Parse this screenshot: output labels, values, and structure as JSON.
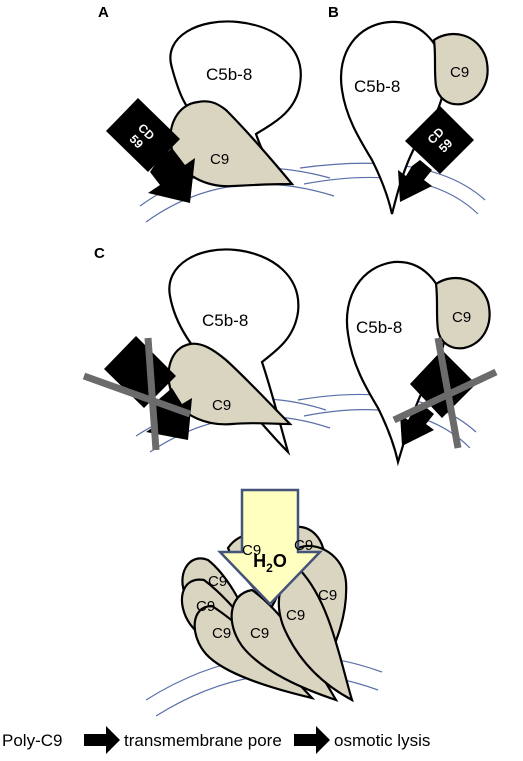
{
  "panels": {
    "a": {
      "label": "A",
      "complex_label": "C5b-8",
      "c9_label": "C9",
      "cd59_line1": "CD",
      "cd59_line2": "59"
    },
    "b": {
      "label": "B",
      "complex_label": "C5b-8",
      "c9_label": "C9",
      "cd59_line1": "CD",
      "cd59_line2": "59"
    },
    "c": {
      "label": "C",
      "left_complex_label": "C5b-8",
      "left_c9_label": "C9",
      "right_complex_label": "C5b-8",
      "right_c9_label": "C9"
    }
  },
  "pore": {
    "water_label_main": "H",
    "water_label_sub": "2",
    "water_label_end": "O",
    "c9_labels": [
      "C9",
      "C9",
      "C9",
      "C9",
      "C9",
      "C9",
      "C9",
      "C9"
    ]
  },
  "bottom": {
    "step1": "Poly-C9",
    "step2": "transmembrane pore",
    "step3": "osmotic lysis"
  },
  "colors": {
    "c9_fill": "#d9d5c1",
    "membrane": "#5a6fa8",
    "water_arrow_fill": "#ffffc0",
    "water_arrow_stroke": "#44537a",
    "cross": "#6b6b6b"
  }
}
